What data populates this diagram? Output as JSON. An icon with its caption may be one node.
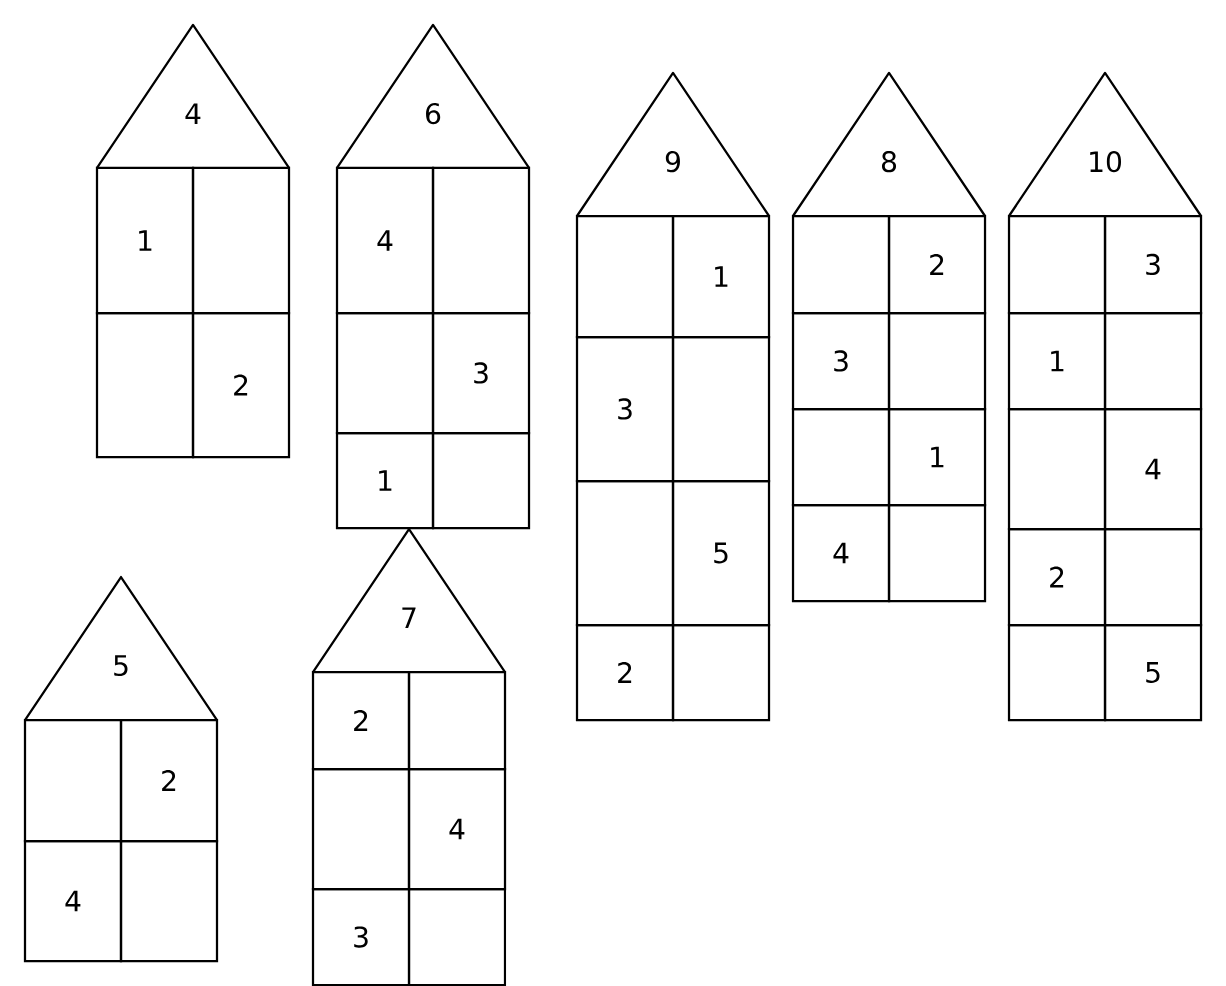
{
  "diagram": {
    "nodes": [
      {
        "text": [
          "4"
        ]
      },
      {
        "text": [
          "1"
        ]
      },
      {
        "text": [],
        "shape": "box"
      },
      {
        "text": [],
        "shape": "box"
      },
      {
        "text": [
          "2"
        ]
      },
      {
        "text": [
          "6"
        ]
      },
      {
        "text": [
          "4"
        ]
      },
      {
        "text": [],
        "shape": "box"
      },
      {
        "text": [],
        "shape": "box"
      },
      {
        "text": [
          "3"
        ]
      },
      {
        "text": [
          "1"
        ]
      },
      {
        "text": [],
        "shape": "box"
      },
      {
        "text": [
          "9"
        ]
      },
      {
        "text": [],
        "shape": "box"
      },
      {
        "text": [
          "1"
        ]
      },
      {
        "text": [
          "3"
        ]
      },
      {
        "text": [],
        "shape": "box"
      },
      {
        "text": [],
        "shape": "box"
      },
      {
        "text": [
          "5"
        ]
      },
      {
        "text": [
          "2"
        ]
      },
      {
        "text": [],
        "shape": "box"
      },
      {
        "text": [
          "8"
        ]
      },
      {
        "text": [],
        "shape": "box"
      },
      {
        "text": [
          "2"
        ]
      },
      {
        "text": [
          "3"
        ]
      },
      {
        "text": [],
        "shape": "box"
      },
      {
        "text": [],
        "shape": "box"
      },
      {
        "text": [
          "1"
        ]
      },
      {
        "text": [
          "4"
        ]
      },
      {
        "text": [],
        "shape": "box"
      },
      {
        "text": [
          "10"
        ]
      },
      {
        "text": [],
        "shape": "box"
      },
      {
        "text": [
          "3"
        ]
      },
      {
        "text": [
          "1"
        ]
      },
      {
        "text": [],
        "shape": "box"
      },
      {
        "text": [],
        "shape": "box"
      },
      {
        "text": [
          "4"
        ]
      },
      {
        "text": [
          "2"
        ]
      },
      {
        "text": [],
        "shape": "box"
      },
      {
        "text": [],
        "shape": "box"
      },
      {
        "text": [
          "5"
        ]
      },
      {
        "text": [
          "5"
        ]
      },
      {
        "text": [],
        "shape": "box"
      },
      {
        "text": [
          "2"
        ]
      },
      {
        "text": [
          "4"
        ]
      },
      {
        "text": [],
        "shape": "box"
      },
      {
        "text": [
          "7"
        ]
      },
      {
        "text": [
          "2"
        ]
      },
      {
        "text": [],
        "shape": "box"
      },
      {
        "text": [],
        "shape": "box"
      },
      {
        "text": [
          "4"
        ]
      },
      {
        "text": [
          "3"
        ]
      },
      {
        "text": [],
        "shape": "box"
      }
    ]
  }
}
